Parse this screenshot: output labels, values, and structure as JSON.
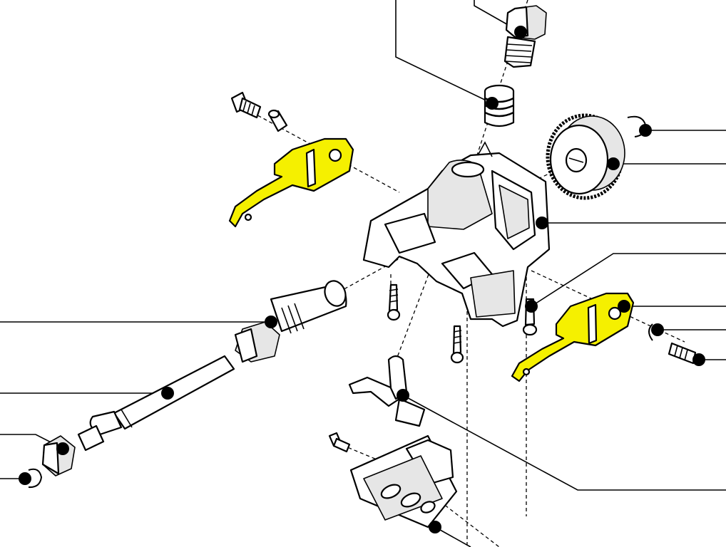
{
  "diagram": {
    "kind": "exploded parts drawing",
    "highlight_color": "#f5f000",
    "line_color": "#000000",
    "background": "#ffffff",
    "parts": [
      "hex-fitting",
      "spring",
      "screw-small",
      "bushing",
      "left-lever",
      "gear",
      "retaining-clip-top",
      "housing",
      "screw-housing-left",
      "screw-housing-mid",
      "screw-housing-right",
      "right-lever",
      "retaining-clip-right",
      "screw-right",
      "threaded-shaft-sleeve",
      "long-shaft",
      "hex-nut",
      "retaining-clip-left",
      "wing-plate",
      "bracket-plate",
      "small-screw-bottom"
    ],
    "callout_count": 15
  }
}
